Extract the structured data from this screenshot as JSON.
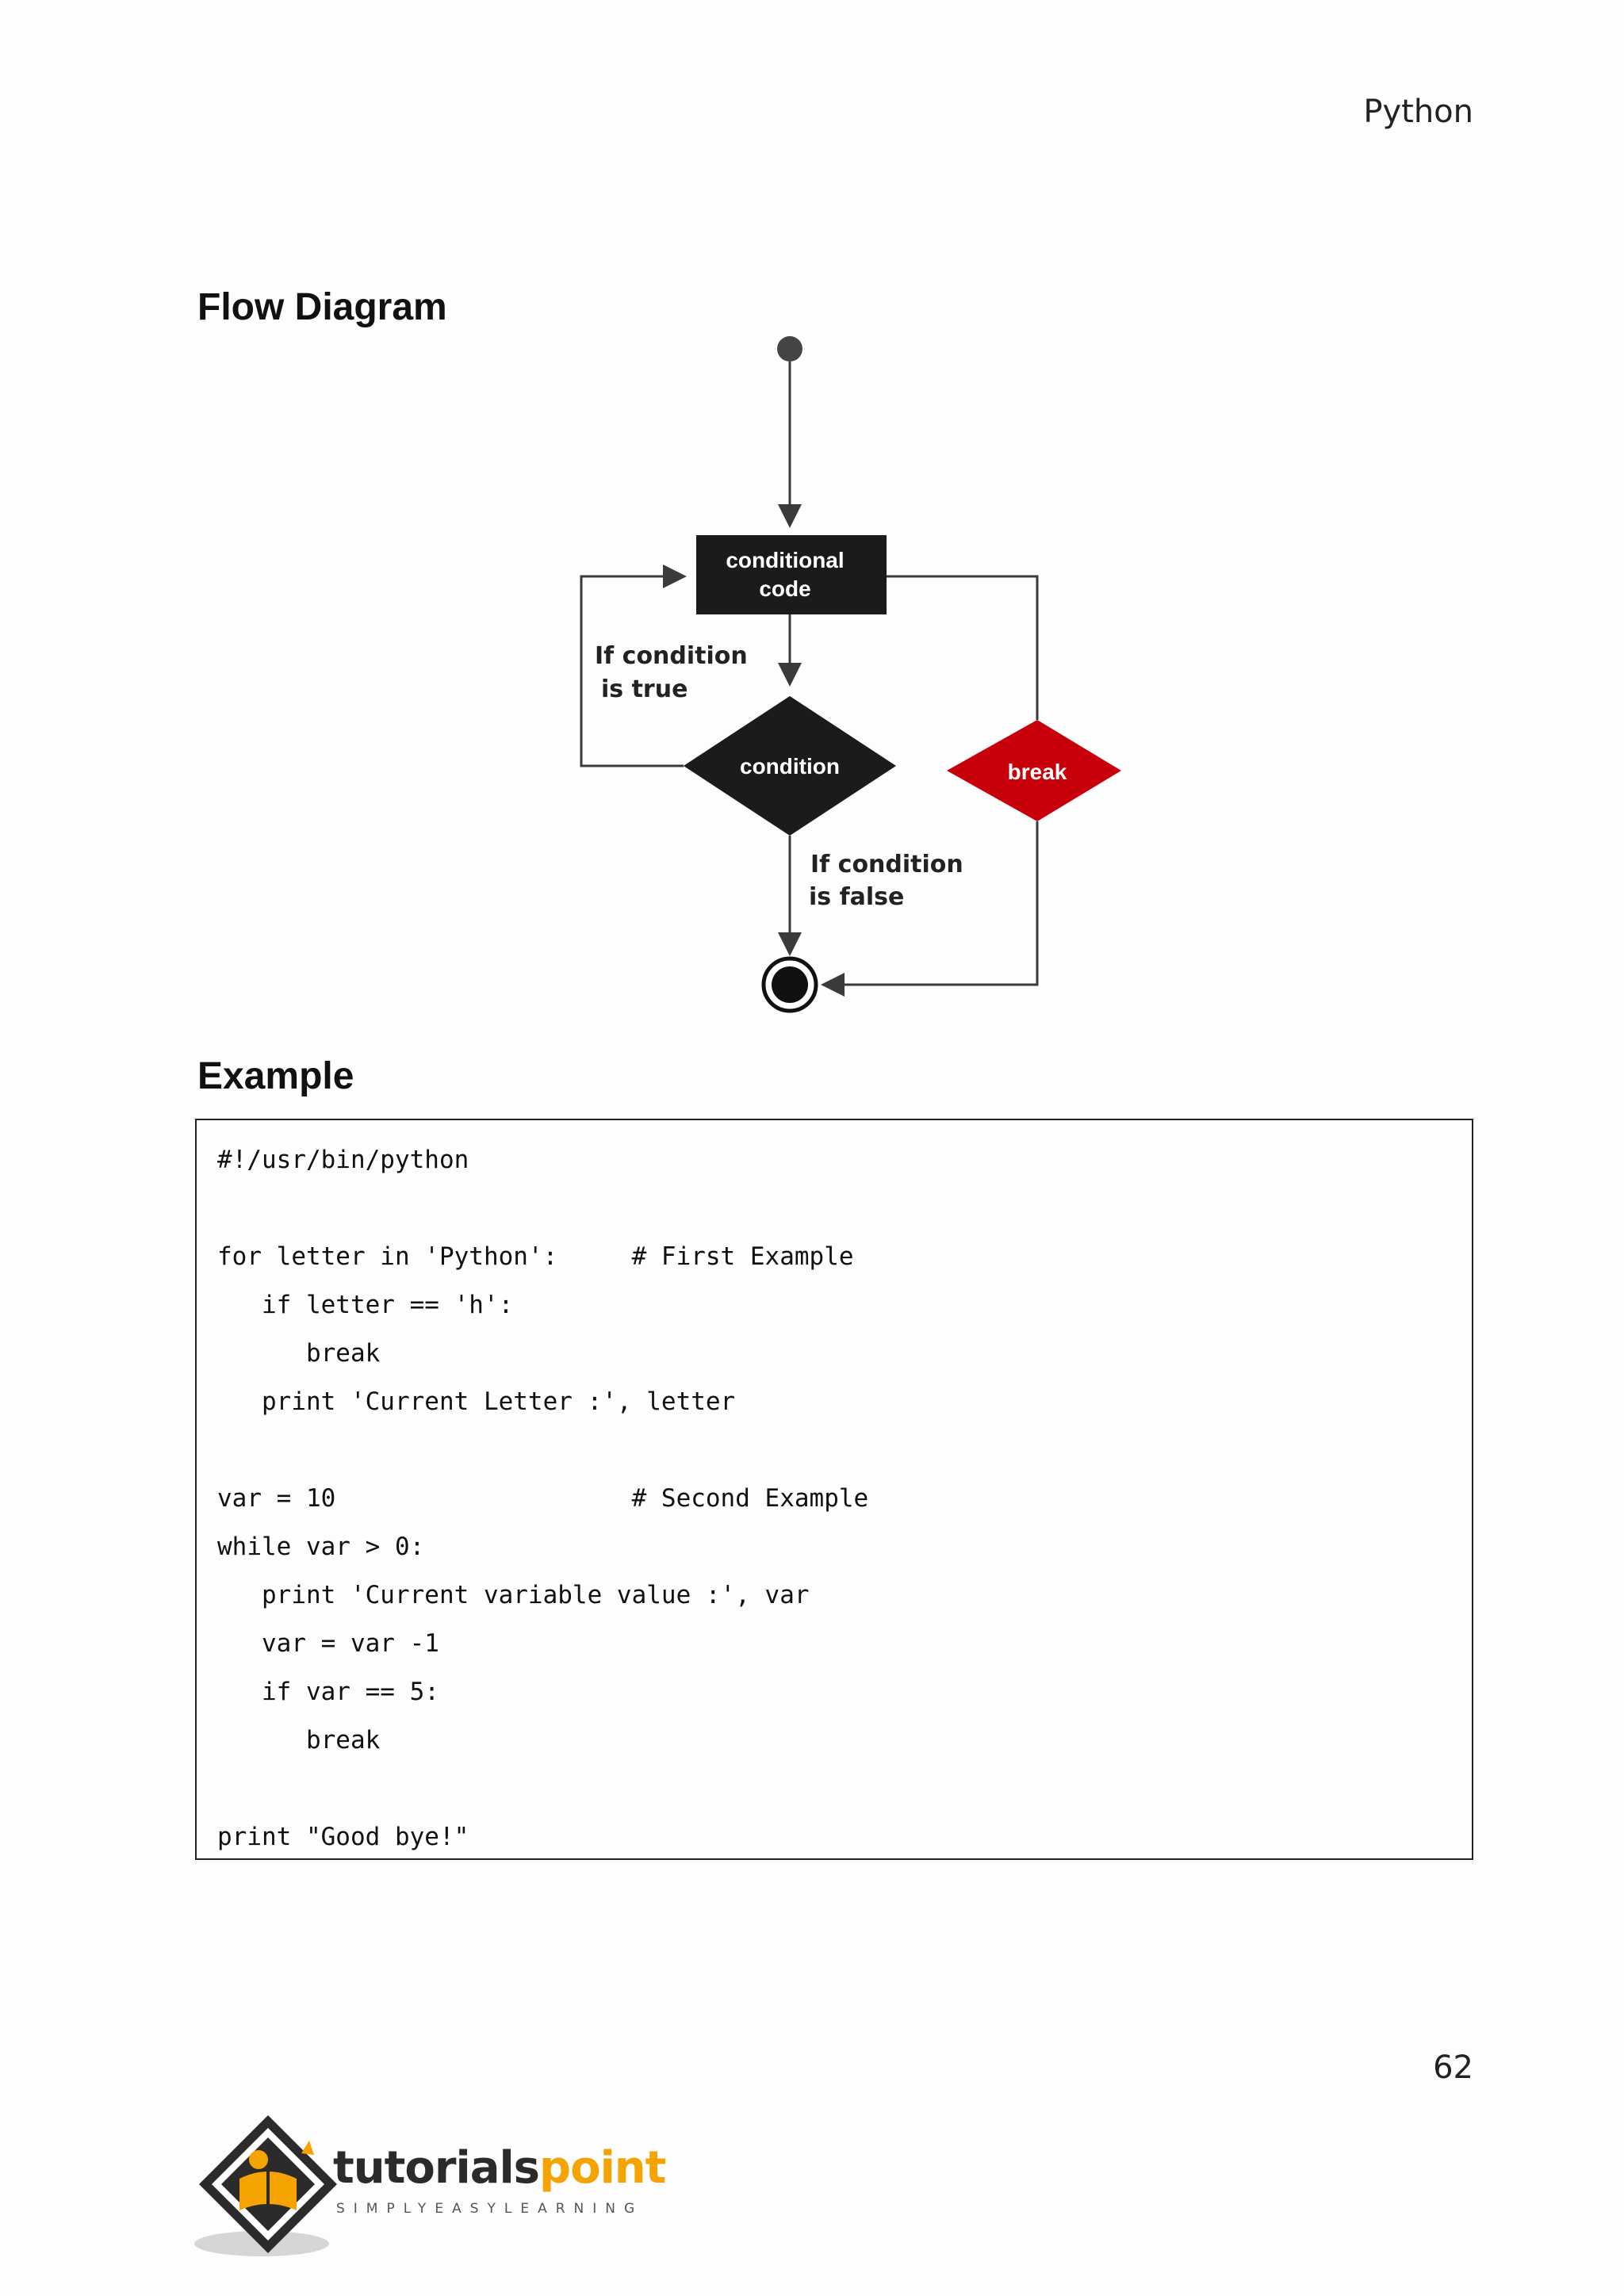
{
  "header": {
    "label": "Python"
  },
  "sections": {
    "flow_title": "Flow Diagram",
    "example_title": "Example"
  },
  "diagram": {
    "box_line1": "conditional",
    "box_line2": "code",
    "condition": "condition",
    "break": "break",
    "true_line1": "If condition",
    "true_line2": "is true",
    "false_line1": "If condition",
    "false_line2": "is false"
  },
  "code": {
    "lines": [
      "#!/usr/bin/python",
      "",
      "for letter in 'Python':     # First Example",
      "   if letter == 'h':",
      "      break",
      "   print 'Current Letter :', letter",
      "",
      "var = 10                    # Second Example",
      "while var > 0:",
      "   print 'Current variable value :', var",
      "   var = var -1",
      "   if var == 5:",
      "      break",
      "",
      "print \"Good bye!\""
    ]
  },
  "footer": {
    "page_number": "62",
    "logo_word1": "tutorials",
    "logo_word2": "point",
    "logo_tagline": "SIMPLYEASYLEARNING"
  },
  "colors": {
    "break_fill": "#c8000b",
    "logo_accent": "#f5a300",
    "node_fill": "#1b1b1b"
  }
}
